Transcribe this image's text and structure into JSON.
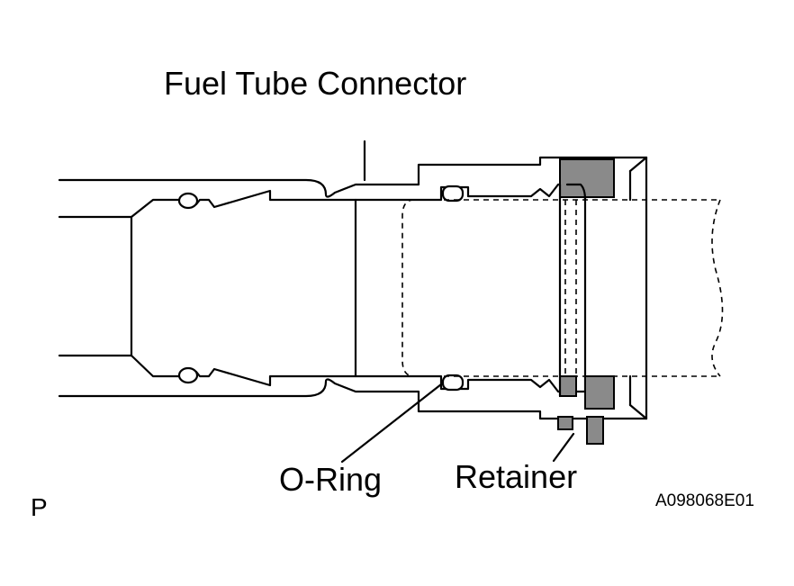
{
  "labels": {
    "title": "Fuel Tube Connector",
    "oring": "O-Ring",
    "retainer": "Retainer",
    "corner_mark": "P",
    "figure_id": "A098068E01"
  },
  "colors": {
    "line": "#000000",
    "hatch_fill": "#8a8a8a",
    "background": "#ffffff"
  }
}
